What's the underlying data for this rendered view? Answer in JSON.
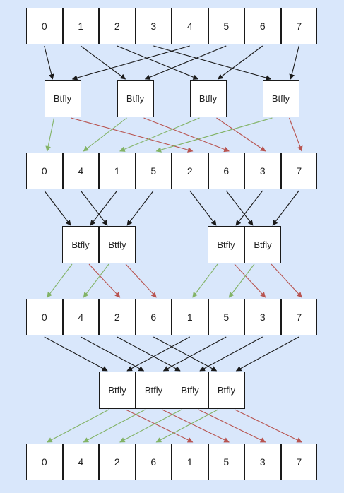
{
  "rows": [
    [
      "0",
      "1",
      "2",
      "3",
      "4",
      "5",
      "6",
      "7"
    ],
    [
      "0",
      "4",
      "1",
      "5",
      "2",
      "6",
      "3",
      "7"
    ],
    [
      "0",
      "4",
      "2",
      "6",
      "1",
      "5",
      "3",
      "7"
    ],
    [
      "0",
      "4",
      "2",
      "6",
      "1",
      "5",
      "3",
      "7"
    ]
  ],
  "stages": [
    {
      "blocks": [
        "Btfly",
        "Btfly",
        "Btfly",
        "Btfly"
      ],
      "inputs": [
        [
          0,
          4
        ],
        [
          1,
          5
        ],
        [
          2,
          6
        ],
        [
          3,
          7
        ]
      ]
    },
    {
      "blocks": [
        "Btfly",
        "Btfly",
        "Btfly",
        "Btfly"
      ],
      "inputs": [
        [
          0,
          2
        ],
        [
          1,
          3
        ],
        [
          4,
          6
        ],
        [
          5,
          7
        ]
      ]
    },
    {
      "blocks": [
        "Btfly",
        "Btfly",
        "Btfly",
        "Btfly"
      ],
      "inputs": [
        [
          0,
          4
        ],
        [
          1,
          5
        ],
        [
          2,
          6
        ],
        [
          3,
          7
        ]
      ]
    }
  ],
  "colors": {
    "background": "#d9e7fb",
    "input_arrow": "#1a1a1a",
    "low_output_arrow": "#82b366",
    "high_output_arrow": "#b85450"
  }
}
